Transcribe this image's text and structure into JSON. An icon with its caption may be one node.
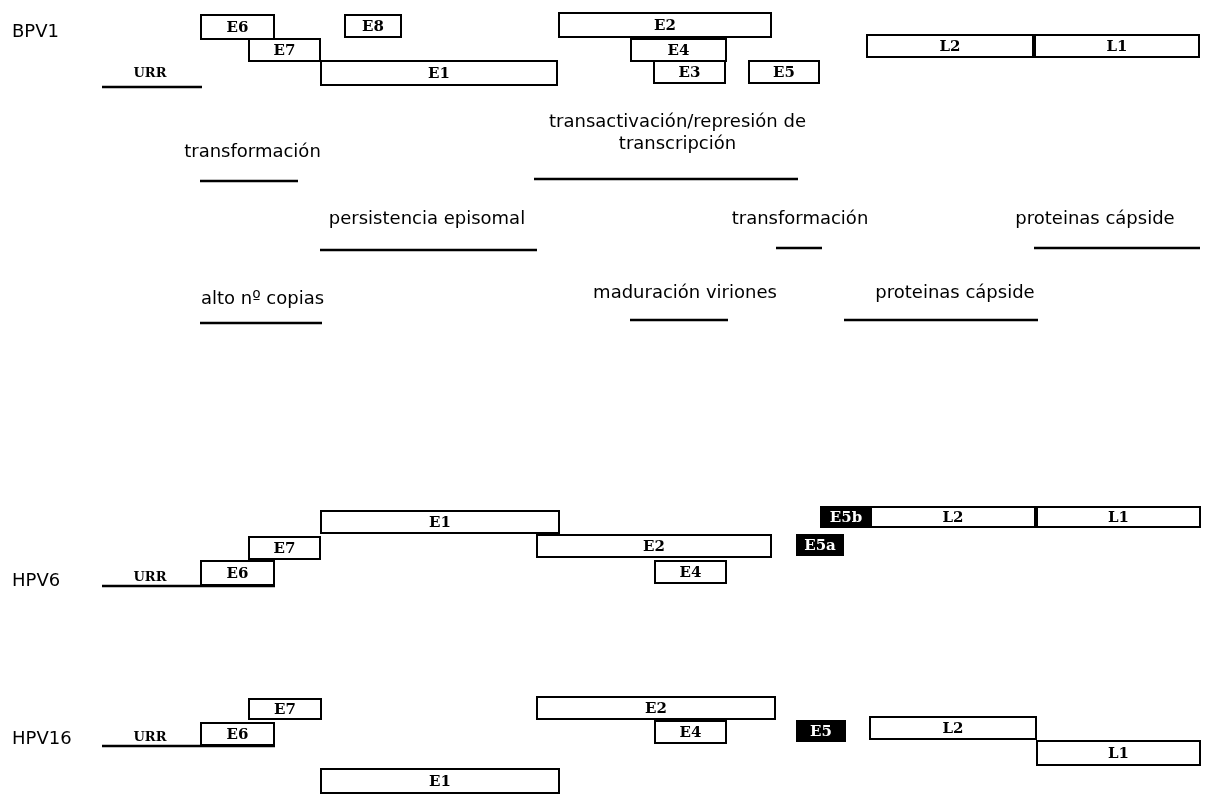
{
  "diagram": {
    "nodes": [
      {
        "text": [
          "E6"
        ]
      },
      {
        "text": [
          "E8"
        ]
      },
      {
        "text": [
          "E2"
        ]
      },
      {
        "text": [
          "E7"
        ]
      },
      {
        "text": [
          "E4"
        ]
      },
      {
        "text": [
          "L2"
        ]
      },
      {
        "text": [
          "L1"
        ]
      },
      {
        "text": [
          "E1"
        ]
      },
      {
        "text": [
          "E3"
        ]
      },
      {
        "text": [
          "E5"
        ]
      },
      {
        "text": [
          "E1"
        ]
      },
      {
        "text": [
          "E5b"
        ]
      },
      {
        "text": [
          "L2"
        ]
      },
      {
        "text": [
          "L1"
        ]
      },
      {
        "text": [
          "E7"
        ]
      },
      {
        "text": [
          "E2"
        ]
      },
      {
        "text": [
          "E5a"
        ]
      },
      {
        "text": [
          "E6"
        ]
      },
      {
        "text": [
          "E4"
        ]
      },
      {
        "text": [
          "E7"
        ]
      },
      {
        "text": [
          "E2"
        ]
      },
      {
        "text": [
          "E6"
        ]
      },
      {
        "text": [
          "E4"
        ]
      },
      {
        "text": [
          "E5"
        ]
      },
      {
        "text": [
          "L2"
        ]
      },
      {
        "text": [
          "E1"
        ]
      },
      {
        "text": [
          "L1"
        ]
      }
    ],
    "labels": [
      "BPV1",
      "URR",
      "transactivación/represión de transcripción",
      "transformación",
      "persistencia episomal",
      "transformación",
      "proteinas cápside",
      "alto nº copias",
      "maduración viriones",
      "proteinas cápside",
      "HPV6",
      "URR",
      "HPV16",
      "URR"
    ]
  }
}
